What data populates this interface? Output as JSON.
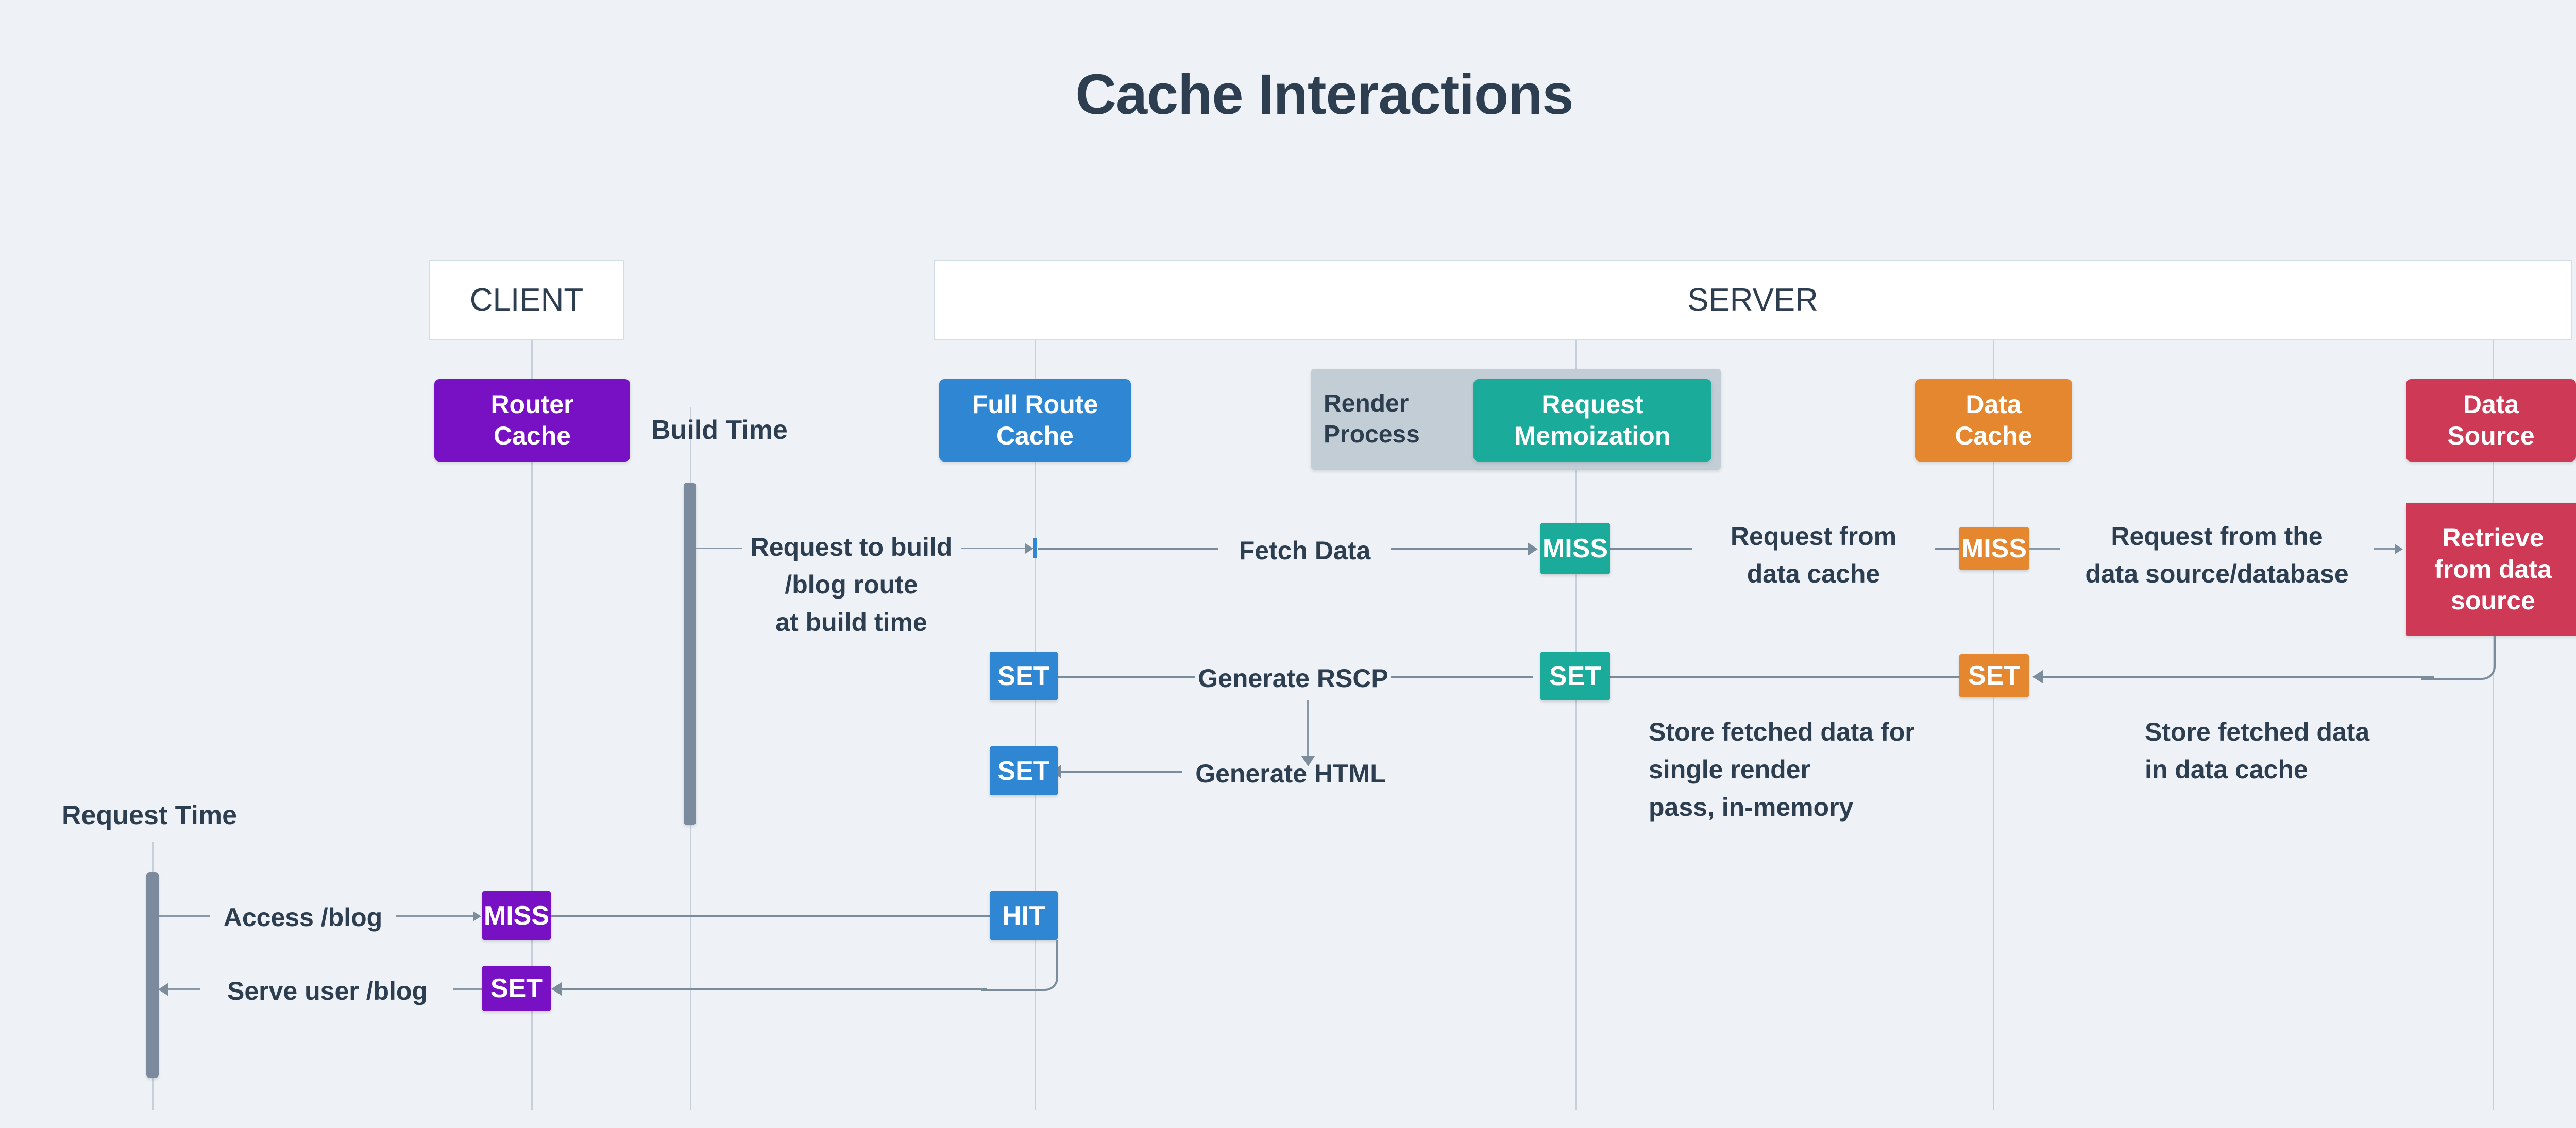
{
  "title": "Cache Interactions",
  "colors": {
    "background": "#eef2f6",
    "text": "#2c3e50",
    "router_cache": "#7811c4",
    "full_route_cache": "#2f86d3",
    "request_memoization": "#1aab9b",
    "render_process": "#c3cdd6",
    "data_cache": "#e5872f",
    "data_source": "#ce3a55",
    "lifeline": "#c5d0da",
    "activation_bar": "#7b8a9c",
    "connector": "#7b8c9b"
  },
  "actors": {
    "client_label": "CLIENT",
    "server_label": "SERVER"
  },
  "nodes": {
    "router_cache": {
      "line1": "Router",
      "line2": "Cache"
    },
    "full_route_cache": {
      "line1": "Full Route",
      "line2": "Cache"
    },
    "render_process": {
      "line1": "Render",
      "line2": "Process"
    },
    "request_memoization": {
      "line1": "Request",
      "line2": "Memoization"
    },
    "data_cache": {
      "line1": "Data",
      "line2": "Cache"
    },
    "data_source": {
      "line1": "Data",
      "line2": "Source"
    },
    "retrieve_from_data_source": {
      "line1": "Retrieve",
      "line2": "from data",
      "line3": "source"
    }
  },
  "phases": {
    "build_time": "Build Time",
    "request_time": "Request Time"
  },
  "badges": {
    "frc_miss_arrival": "",
    "memo_miss": "MISS",
    "data_cache_miss": "MISS",
    "frc_set_rscp": "SET",
    "memo_set": "SET",
    "data_cache_set": "SET",
    "frc_set_html": "SET",
    "router_miss": "MISS",
    "router_set": "SET",
    "frc_hit": "HIT"
  },
  "messages": {
    "request_to_build": "Request to build\n/blog route\nat build time",
    "fetch_data": "Fetch Data",
    "request_from_data_cache": "Request from\ndata cache",
    "request_from_data_source": "Request from the\ndata source/database",
    "generate_rscp": "Generate RSCP",
    "generate_html": "Generate HTML",
    "store_fetched_single_render": "Store fetched data for\nsingle render\npass, in-memory",
    "store_fetched_data_cache": "Store fetched data\nin data cache",
    "access_blog": "Access /blog",
    "serve_user_blog": "Serve user /blog"
  }
}
